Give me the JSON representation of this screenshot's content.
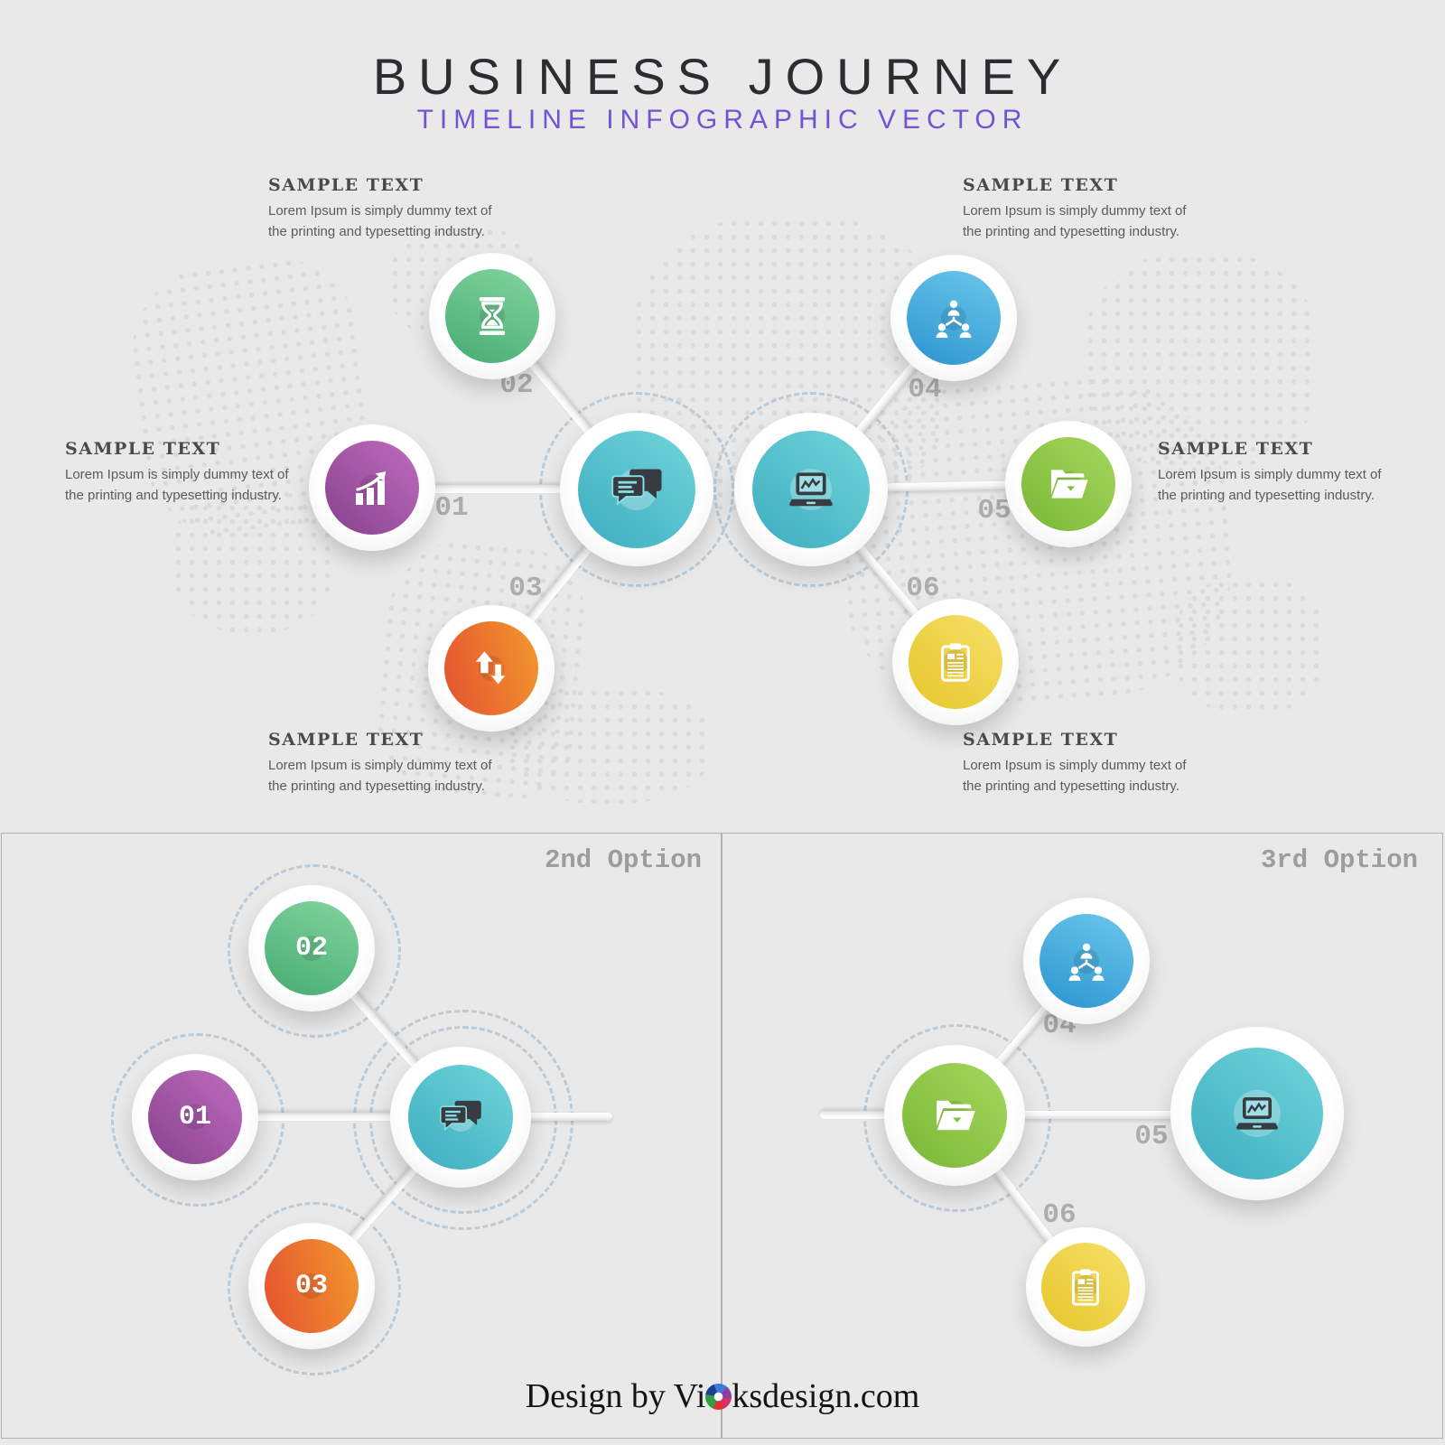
{
  "header": {
    "title": "BUSINESS JOURNEY",
    "subtitle": "TIMELINE INFOGRAPHIC VECTOR"
  },
  "sample_blocks": [
    {
      "position": "top-left",
      "heading": "SAMPLE TEXT",
      "body": "Lorem Ipsum is simply dummy text of the printing and typesetting industry."
    },
    {
      "position": "top-right",
      "heading": "SAMPLE TEXT",
      "body": "Lorem Ipsum is simply dummy text of the printing and typesetting industry."
    },
    {
      "position": "middle-left",
      "heading": "SAMPLE TEXT",
      "body": "Lorem Ipsum is simply dummy text of the printing and typesetting industry."
    },
    {
      "position": "middle-right",
      "heading": "SAMPLE TEXT",
      "body": "Lorem Ipsum is simply dummy text of the printing and typesetting industry."
    },
    {
      "position": "bottom-left",
      "heading": "SAMPLE TEXT",
      "body": "Lorem Ipsum is simply dummy text of the printing and typesetting industry."
    },
    {
      "position": "bottom-right",
      "heading": "SAMPLE TEXT",
      "body": "Lorem Ipsum is simply dummy text of the printing and typesetting industry."
    }
  ],
  "main_diagram": {
    "hubs": [
      {
        "icon": "chat-bubbles"
      },
      {
        "icon": "laptop-analytics"
      }
    ],
    "steps": [
      {
        "num": "01",
        "icon": "growth-chart",
        "color": "#9c4da1"
      },
      {
        "num": "02",
        "icon": "hourglass",
        "color": "#55b47e"
      },
      {
        "num": "03",
        "icon": "up-down-arrows",
        "color": "#ec6231"
      },
      {
        "num": "04",
        "icon": "team-structure",
        "color": "#309fd6"
      },
      {
        "num": "05",
        "icon": "open-folder",
        "color": "#8ec23f"
      },
      {
        "num": "06",
        "icon": "clipboard",
        "color": "#efcf39"
      }
    ]
  },
  "option2": {
    "label": "2nd Option",
    "hub_icon": "chat-bubbles",
    "nums": [
      "01",
      "02",
      "03"
    ]
  },
  "option3": {
    "label": "3rd Option",
    "hub_icon": "open-folder",
    "nums": [
      "04",
      "05",
      "06"
    ]
  },
  "footer": {
    "text_before": "Design by ",
    "brand_prefix": "Vi",
    "logo": "shutter-logo",
    "brand_suffix": "ksdesign.com"
  },
  "colors": {
    "background": "#e9e9e9",
    "hub_teal": "#4cc0cc",
    "subtitle_purple": "#7153d3",
    "number_gray": "#adadad",
    "dash_ring": "#b3c6d6",
    "panel_border": "#b1b1b1",
    "icon_dark": "#363c42"
  }
}
